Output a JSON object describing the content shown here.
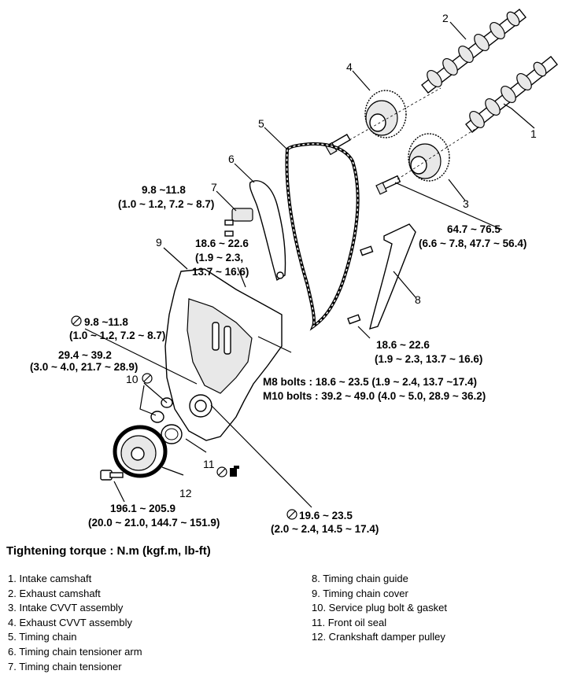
{
  "callouts": {
    "n1": "1",
    "n2": "2",
    "n3": "3",
    "n4": "4",
    "n5": "5",
    "n6": "6",
    "n7": "7",
    "n8": "8",
    "n9": "9",
    "n10": "10",
    "n11": "11",
    "n12": "12"
  },
  "torques": {
    "t_tensioner_a": "9.8 ~11.8",
    "t_tensioner_b": "(1.0 ~ 1.2, 7.2 ~ 8.7)",
    "t_arm_a": "18.6 ~ 22.6",
    "t_arm_b": "(1.9 ~ 2.3,",
    "t_arm_c": "13.7 ~ 16.6)",
    "t_cvvt_a": "64.7 ~ 76.5",
    "t_cvvt_b": "(6.6 ~ 7.8, 47.7 ~ 56.4)",
    "t_cover_a": "9.8 ~11.8",
    "t_cover_b": "(1.0 ~ 1.2, 7.2 ~ 8.7)",
    "t_plug_a": "29.4 ~ 39.2",
    "t_plug_b": "(3.0 ~ 4.0, 21.7 ~ 28.9)",
    "t_guide_a": "18.6 ~ 22.6",
    "t_guide_b": "(1.9 ~ 2.3, 13.7 ~ 16.6)",
    "t_m8": "M8 bolts : 18.6 ~ 23.5 (1.9 ~ 2.4, 13.7 ~17.4)",
    "t_m10": "M10 bolts : 39.2 ~ 49.0 (4.0 ~ 5.0, 28.9 ~ 36.2)",
    "t_pulley_a": "196.1 ~ 205.9",
    "t_pulley_b": "(20.0 ~ 21.0, 144.7 ~ 151.9)",
    "t_seal_a": "19.6 ~ 23.5",
    "t_seal_b": "(2.0 ~ 2.4, 14.5 ~ 17.4)"
  },
  "heading": "Tightening torque : N.m (kgf.m, lb-ft)",
  "legend_left": [
    "1. Intake camshaft",
    "2. Exhaust camshaft",
    "3. Intake CVVT assembly",
    "4. Exhaust CVVT assembly",
    "5. Timing chain",
    "6. Timing chain tensioner arm",
    "7. Timing chain tensioner"
  ],
  "legend_right": [
    "8. Timing chain guide",
    "9. Timing chain cover",
    "10. Service plug bolt & gasket",
    "11. Front oil seal",
    "12. Crankshaft damper pulley"
  ]
}
